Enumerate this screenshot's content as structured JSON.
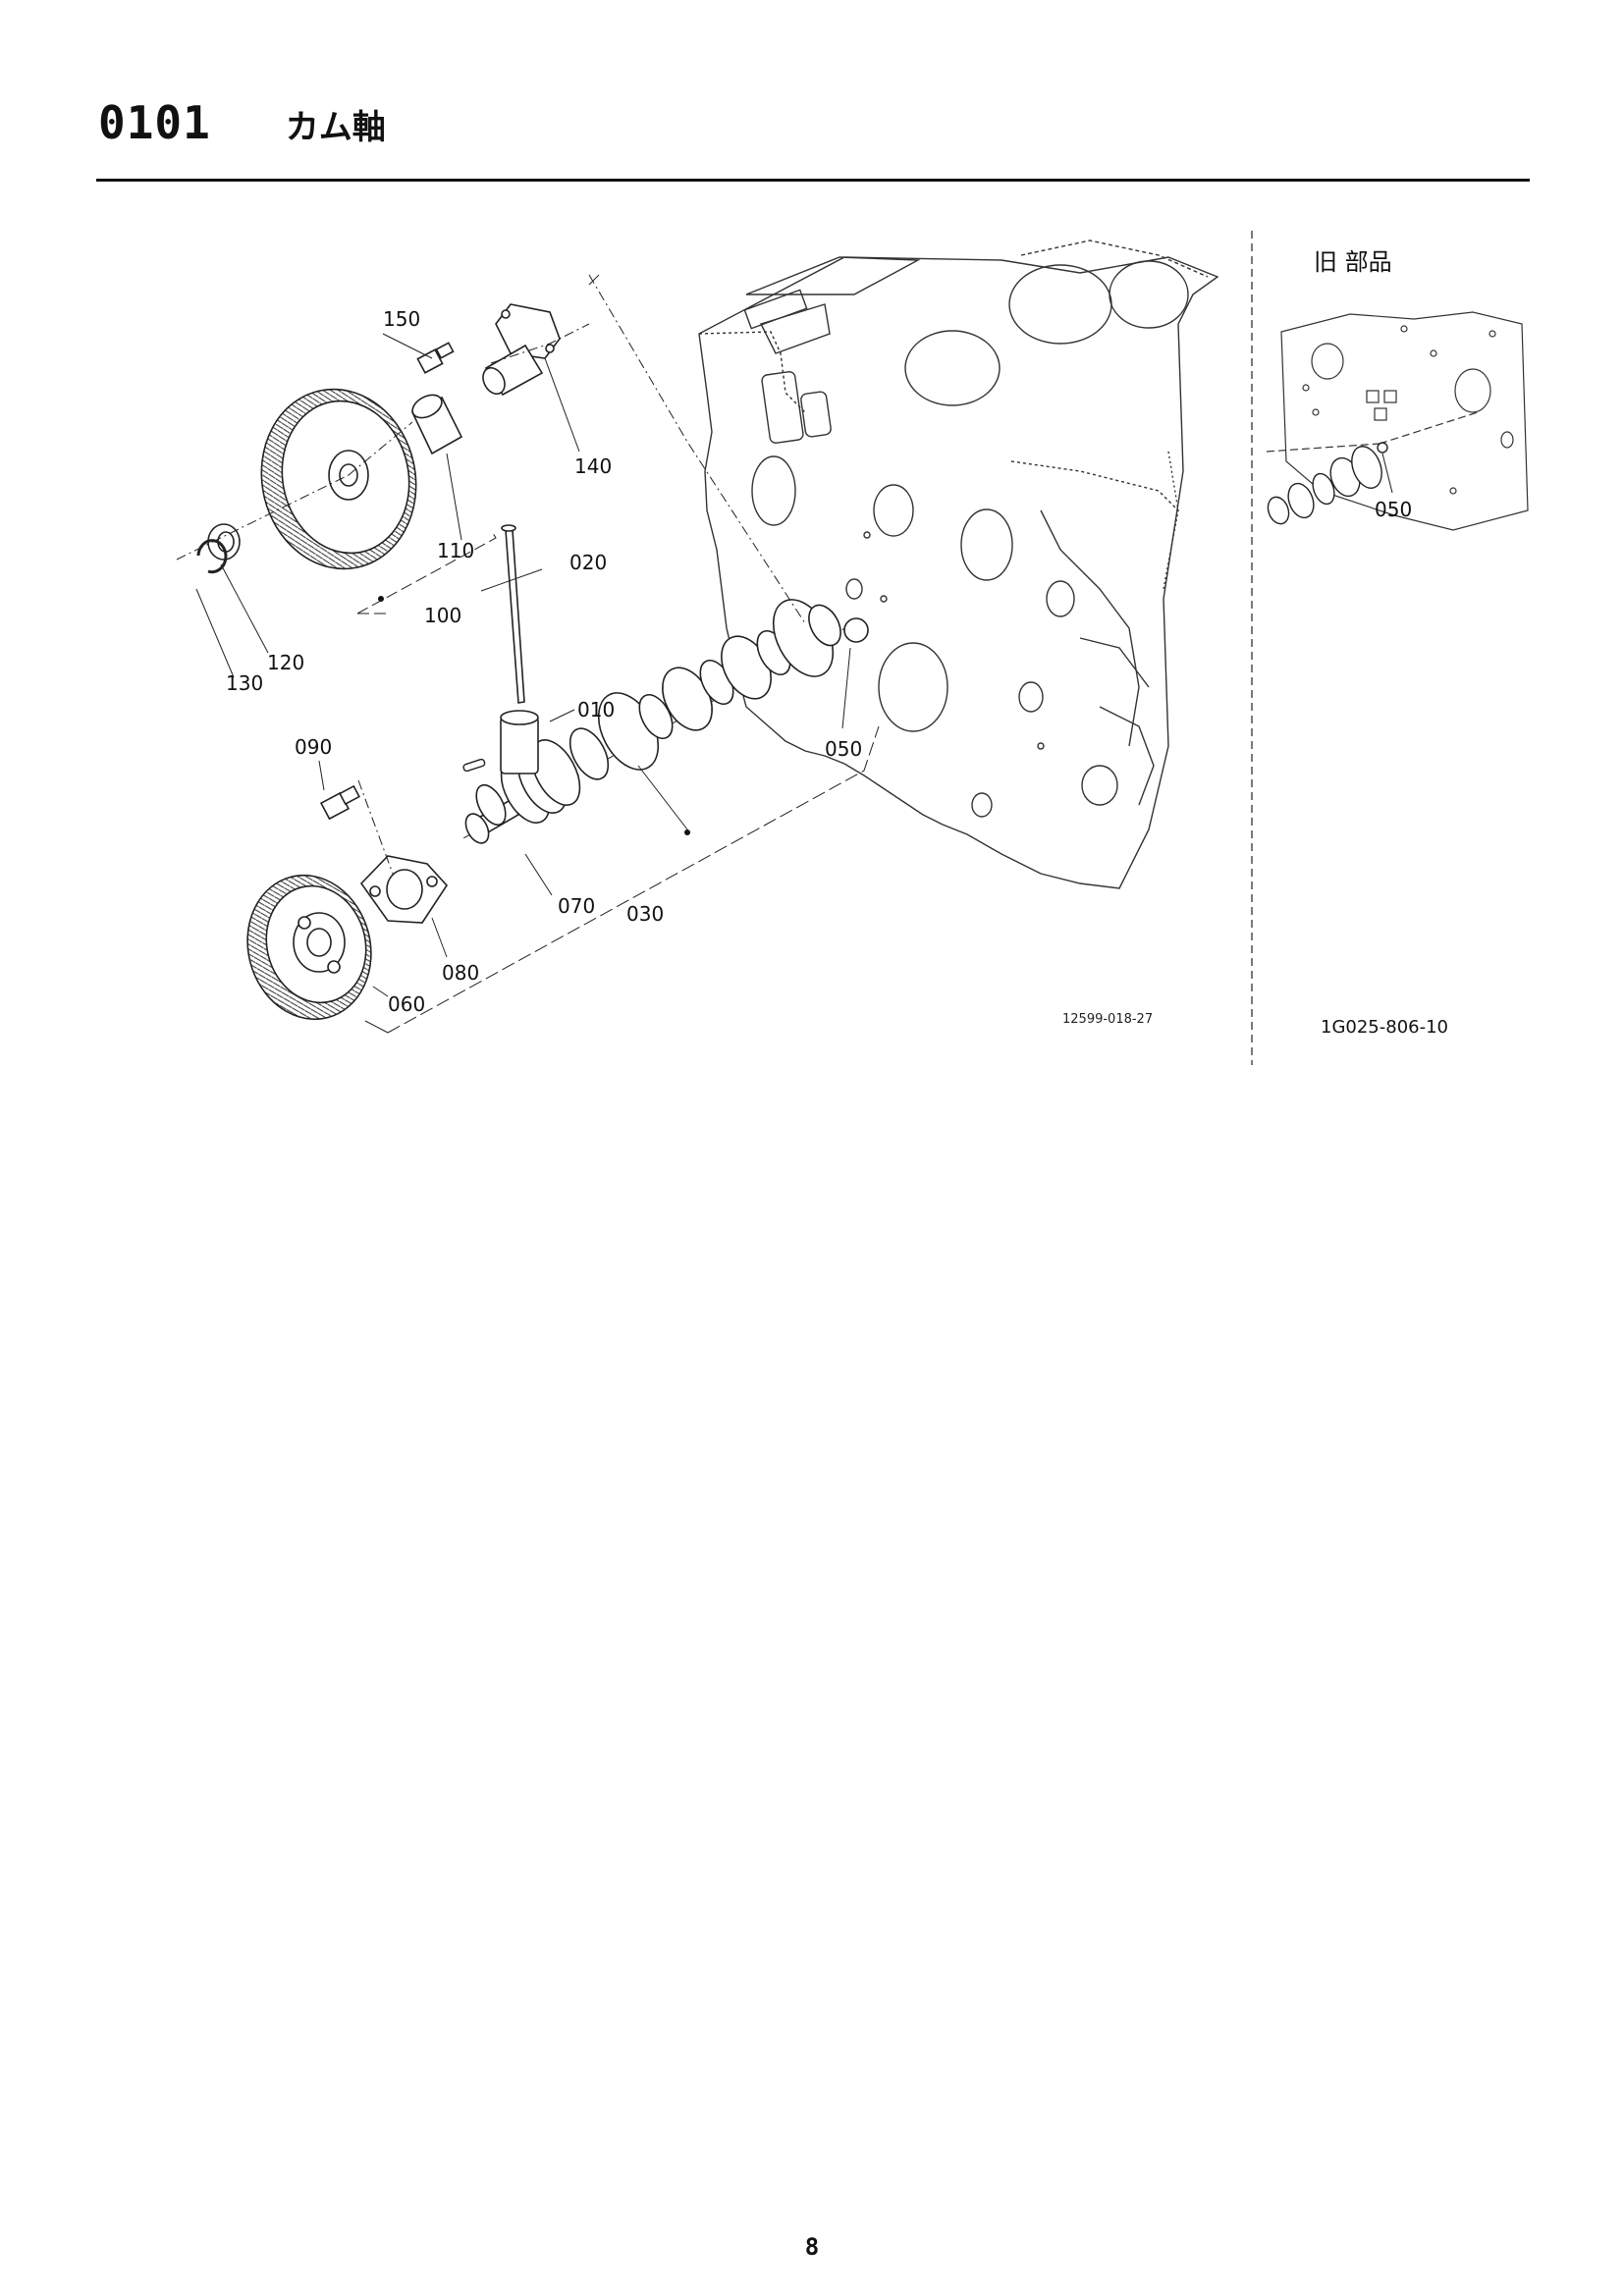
{
  "header": {
    "section_code": "0101",
    "section_title": "カム軸"
  },
  "callouts": {
    "c150": "150",
    "c140": "140",
    "c110": "110",
    "c020": "020",
    "c100": "100",
    "c120": "120",
    "c130": "130",
    "c010": "010",
    "c090": "090",
    "c050": "050",
    "c070": "070",
    "c030": "030",
    "c080": "080",
    "c060": "060"
  },
  "main_drawing_id": "12599-018-27",
  "old_parts": {
    "heading": "旧 部品",
    "callout_050": "050",
    "drawing_id": "1G025-806-10"
  },
  "page_number": "8"
}
